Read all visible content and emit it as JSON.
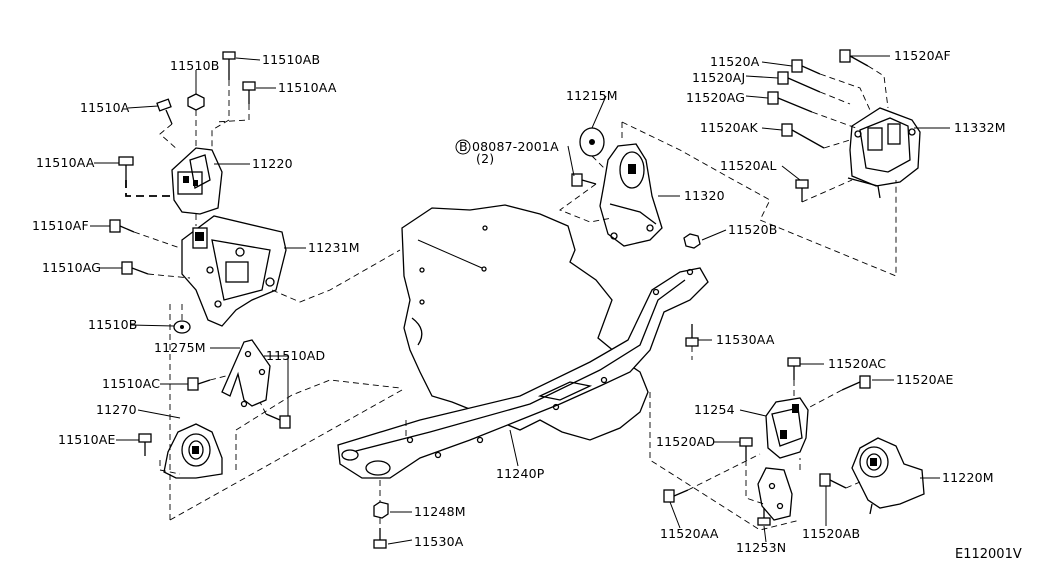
{
  "labels": {
    "p11510AB": "11510AB",
    "p11510B_top": "11510B",
    "p11510AA_top": "11510AA",
    "p11510A": "11510A",
    "p11510AA_left": "11510AA",
    "p11220": "11220",
    "p11510AF": "11510AF",
    "p11510AG": "11510AG",
    "p11231M": "11231M",
    "p11510B_bottom": "11510B",
    "p11275M": "11275M",
    "p11510AD": "11510AD",
    "p11510AC": "11510AC",
    "p11270": "11270",
    "p11510AE": "11510AE",
    "p11215M": "11215M",
    "p08087": "08087-2001A",
    "p08087_qty": "(2)",
    "p08087_prefix": "B",
    "p11320": "11320",
    "p11520B": "11520B",
    "p11520A": "11520A",
    "p11520AF": "11520AF",
    "p11520AJ": "11520AJ",
    "p11520AG": "11520AG",
    "p11520AK": "11520AK",
    "p11332M": "11332M",
    "p11520AL": "11520AL",
    "p11530AA": "11530AA",
    "p11520AC": "11520AC",
    "p11520AE": "11520AE",
    "p11254": "11254",
    "p11520AD": "11520AD",
    "p11240P": "11240P",
    "p11220M": "11220M",
    "p11248M": "11248M",
    "p11530A": "11530A",
    "p11520AA": "11520AA",
    "p11520AB": "11520AB",
    "p11253N": "11253N"
  },
  "diagram_code": "E112001V"
}
